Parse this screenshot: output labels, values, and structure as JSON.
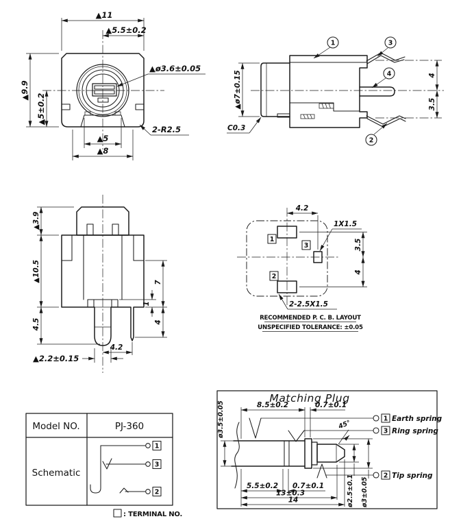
{
  "front_view": {
    "dim_overall_width": "▲11",
    "dim_top_width": "▲5.5±0.2",
    "dim_overall_height": "▲9.9",
    "dim_center_height": "▲5±0.2",
    "dim_hole_diameter": "▲ø3.6±0.05",
    "dim_slot_width": "▲5",
    "dim_base_width": "▲8",
    "dim_corner_radius": "2-R2.5"
  },
  "side_view": {
    "callout_housing": "1",
    "callout_bottom_spring": "2",
    "callout_top_spring": "3",
    "callout_center_pin": "4",
    "dim_barrel_diameter": "▲ø7±0.15",
    "dim_chamfer": "C0.3",
    "dim_top_offset": "4",
    "dim_bottom_offset": "3.5"
  },
  "bottom_view": {
    "dim_cap_height": "▲3.9",
    "dim_body_height": "▲10.5",
    "dim_shaft_height": "4.5",
    "dim_bush_diameter": "▲2.2±0.15",
    "dim_pin_offset": "4.2",
    "dim_pin_length": "7",
    "dim_collar": "1",
    "dim_pin_tail": "4"
  },
  "pcb_layout": {
    "dim_pad_offset": "4.2",
    "dim_small_pad": "1X1.5",
    "dim_upper_offset": "3.5",
    "dim_lower_offset": "4",
    "dim_large_pads": "2-2.5X1.5",
    "terminal_1": "1",
    "terminal_3": "3",
    "terminal_2": "2",
    "note_title": "RECOMMENDED P. C. B.  LAYOUT",
    "note_tolerance": "UNSPECIFIED TOLERANCE: ±0.05"
  },
  "spec_table": {
    "model_label": "Model NO.",
    "model_value": "PJ-360",
    "schematic_label": "Schematic",
    "terminal_1": "1",
    "terminal_3": "3",
    "terminal_2": "2"
  },
  "terminal_note_label": ": TERMINAL NO.",
  "matching_plug": {
    "title": "Matching Plug",
    "dim_shaft_length": "8.5±0.2",
    "dim_collar_width_top": "0.7±0.1",
    "dim_shaft_diameter": "ø3.5±0.05",
    "dim_chamfer_angle": "45°",
    "dim_groove_pos": "5.5±0.2",
    "dim_groove_width": "0.7±0.1",
    "dim_length_13": "13±0.3",
    "dim_length_14": "14",
    "dim_tip_diameter": "ø2.5±0.1",
    "dim_ring_diameter": "ø3±0.05",
    "springs": [
      {
        "num": "1",
        "label": "Earth spring"
      },
      {
        "num": "3",
        "label": "Ring spring"
      },
      {
        "num": "2",
        "label": "Tip spring"
      }
    ]
  }
}
